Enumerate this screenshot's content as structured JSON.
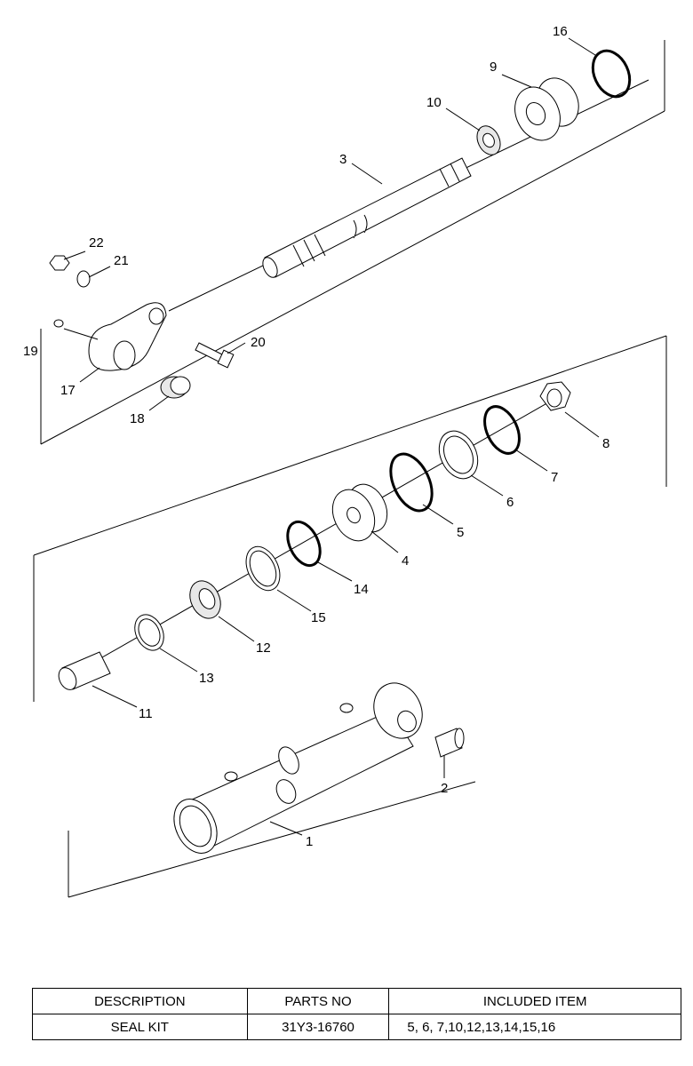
{
  "callouts": [
    "1",
    "2",
    "3",
    "4",
    "5",
    "6",
    "7",
    "8",
    "9",
    "10",
    "11",
    "12",
    "13",
    "14",
    "15",
    "16",
    "17",
    "18",
    "19",
    "20",
    "21",
    "22"
  ],
  "table": {
    "headers": [
      "DESCRIPTION",
      "PARTS NO",
      "INCLUDED ITEM"
    ],
    "rows": [
      [
        "SEAL KIT",
        "31Y3-16760",
        "5, 6, 7,10,12,13,14,15,16"
      ]
    ]
  }
}
